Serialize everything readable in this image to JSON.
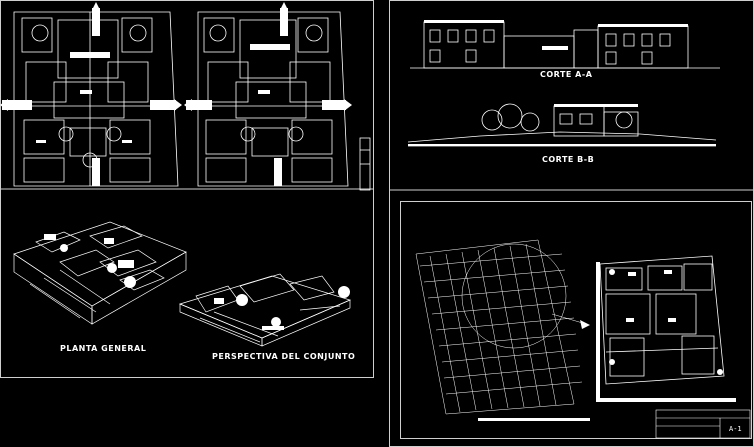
{
  "drawing": {
    "labels": {
      "corte_aa": "CORTE A-A",
      "corte_bb": "CORTE B-B",
      "planta_general": "PLANTA GENERAL",
      "perspectiva": "PERSPECTIVA DEL CONJUNTO",
      "sheet_number": "A-1"
    },
    "colors": {
      "background": "#000000",
      "linework": "#ffffff",
      "frame": "#cfcfcf"
    }
  }
}
